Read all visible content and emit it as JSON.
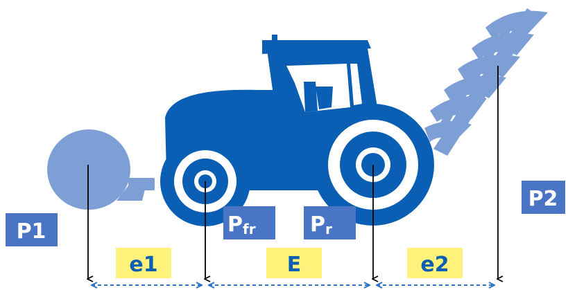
{
  "labels": {
    "p1": "P1",
    "p2": "P2",
    "pfr_main": "P",
    "pfr_sub": "fr",
    "pr_main": "P",
    "pr_sub": "r",
    "e1": "e1",
    "e_mid": "E",
    "e2": "e2"
  },
  "colors": {
    "tractor": "#0a5fb4",
    "light_blue": "#7d9fd6",
    "label_box": "#4a74c4",
    "highlight": "#fff27a",
    "arrow": "#000000",
    "dimension_line": "#2e74c7",
    "background": "#ffffff"
  },
  "icons": {
    "tractor": "tractor-icon",
    "front_ballast": "front-ballast-icon",
    "rear_plough": "plough-icon"
  }
}
